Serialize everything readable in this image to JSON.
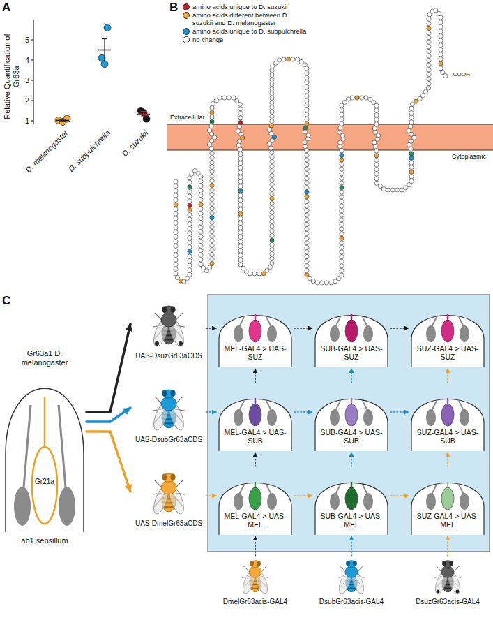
{
  "diagram": {
    "nodes": [
      {
        "text": [
          "Gr63a1 D. melanogaster",
          "Gr21a",
          "ab1 sensillum"
        ]
      },
      {
        "text": [
          "UAS-DsuzGr63aCDS"
        ]
      },
      {
        "text": [
          "UAS-DsubGr63aCDS"
        ]
      },
      {
        "text": [
          "UAS-DmelGr63aCDS"
        ]
      },
      {
        "text": [
          "MEL-GAL4 > UAS-SUZ"
        ]
      },
      {
        "text": [
          "SUB-GAL4 > UAS-SUZ"
        ]
      },
      {
        "text": [
          "SUZ-GAL4 > UAS-SUZ"
        ]
      },
      {
        "text": [
          "MEL-GAL4 > UAS-SUB"
        ]
      },
      {
        "text": [
          "SUB-GAL4 > UAS-SUB"
        ]
      },
      {
        "text": [
          "SUZ-GAL4 > UAS-SUB"
        ]
      },
      {
        "text": [
          "MEL-GAL4 > UAS-MEL"
        ]
      },
      {
        "text": [
          "SUB-GAL4 > UAS-MEL"
        ]
      },
      {
        "text": [
          "SUZ-GAL4 > UAS-MEL"
        ]
      },
      {
        "text": [
          "DmelGr63acis-GAL4"
        ]
      },
      {
        "text": [
          "DsubGr63acis-GAL4"
        ]
      },
      {
        "text": [
          "DsuzGr63acis-GAL4"
        ]
      }
    ],
    "edges": [
      {
        "from": 0,
        "to": 1,
        "arrow": "to"
      },
      {
        "from": 0,
        "to": 2,
        "arrow": "to"
      },
      {
        "from": 0,
        "to": 3,
        "arrow": "to"
      },
      {
        "from": 1,
        "to": 4,
        "arrow": "to"
      },
      {
        "from": 4,
        "to": 5,
        "arrow": "to"
      },
      {
        "from": 5,
        "to": 6,
        "arrow": "to"
      },
      {
        "from": 2,
        "to": 7,
        "arrow": "to"
      },
      {
        "from": 7,
        "to": 8,
        "arrow": "to"
      },
      {
        "from": 8,
        "to": 9,
        "arrow": "to"
      },
      {
        "from": 3,
        "to": 10,
        "arrow": "to"
      },
      {
        "from": 10,
        "to": 11,
        "arrow": "to"
      },
      {
        "from": 11,
        "to": 12,
        "arrow": "to"
      },
      {
        "from": 13,
        "to": 10,
        "arrow": "to"
      },
      {
        "from": 10,
        "to": 7,
        "arrow": "to"
      },
      {
        "from": 7,
        "to": 4,
        "arrow": "to"
      },
      {
        "from": 14,
        "to": 11,
        "arrow": "to"
      },
      {
        "from": 11,
        "to": 8,
        "arrow": "to"
      },
      {
        "from": 8,
        "to": 5,
        "arrow": "to"
      },
      {
        "from": 15,
        "to": 12,
        "arrow": "to"
      },
      {
        "from": 12,
        "to": 9,
        "arrow": "to"
      },
      {
        "from": 9,
        "to": 6,
        "arrow": "to"
      }
    ],
    "labels": [
      "A",
      "Relative Quantification of Gr63a",
      "5",
      "4",
      "3",
      "2",
      "1",
      "D. melanogaster",
      "D. subpulchrella",
      "D. suzukii",
      "B",
      "Extracellular",
      "Cytoplasmic",
      "-COOH",
      "C"
    ],
    "legend": [
      {
        "text": "amino acids unique to D. suzukii",
        "color": "#c8202a"
      },
      {
        "text": "amino acids different between D. suzukii and D. melanogaster",
        "color": "#eba53a"
      },
      {
        "text": "amino acids unique to D. subpulchrella",
        "color": "#1f8fcf"
      },
      {
        "text": "no change",
        "color": "#ffffff"
      }
    ]
  }
}
